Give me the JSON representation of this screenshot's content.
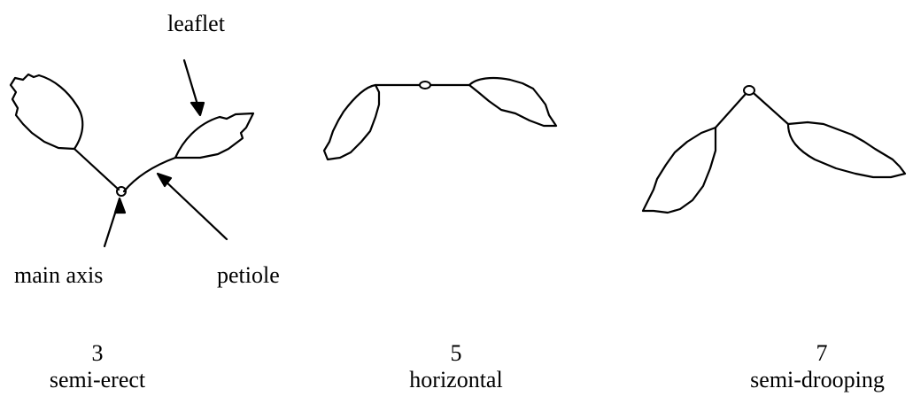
{
  "annotations": {
    "leaflet": "leaflet",
    "main_axis": "main axis",
    "petiole": "petiole"
  },
  "states": [
    {
      "code": "3",
      "name": "semi-erect"
    },
    {
      "code": "5",
      "name": "horizontal"
    },
    {
      "code": "7",
      "name": "semi-drooping"
    }
  ]
}
